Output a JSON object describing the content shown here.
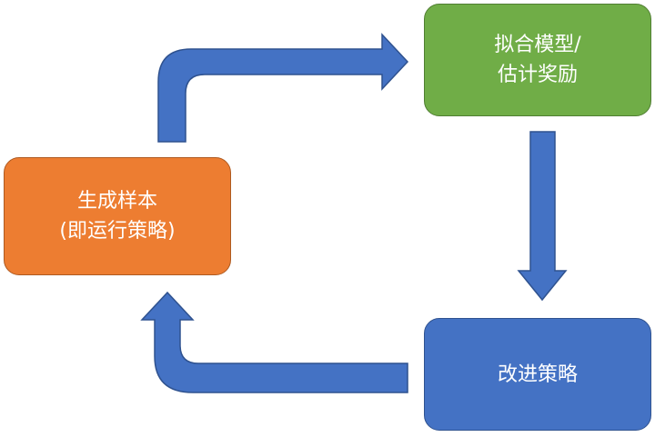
{
  "diagram": {
    "nodes": {
      "fit_model": {
        "line1": "拟合模型/",
        "line2": "估计奖励",
        "color": "#70ad47"
      },
      "improve_policy": {
        "line1": "改进策略",
        "color": "#4472c4"
      },
      "generate_samples": {
        "line1": "生成样本",
        "line2": "(即运行策略)",
        "color": "#ed7d31"
      }
    },
    "arrow_color": "#4472c4",
    "edges": [
      {
        "from": "generate_samples",
        "to": "fit_model"
      },
      {
        "from": "fit_model",
        "to": "improve_policy"
      },
      {
        "from": "improve_policy",
        "to": "generate_samples"
      }
    ]
  }
}
